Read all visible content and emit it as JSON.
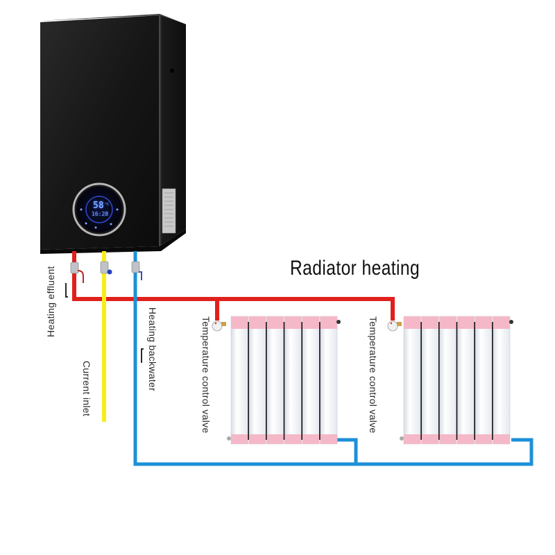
{
  "title": "Radiator heating",
  "boiler": {
    "display": {
      "temperature": "58",
      "unit": "°C",
      "time": "16:28"
    },
    "colors": {
      "body": "#141414",
      "display_ring": "#b8b8b8",
      "display_glow": "#3a5cff"
    }
  },
  "labels": {
    "heating_effluent": "Heating effluent",
    "current_inlet": "Current inlet",
    "heating_backwater": "Heating backwater",
    "valve_left": "Temperature control valve",
    "valve_right": "Temperature control valve"
  },
  "pipes": {
    "supply_color": "#e0201c",
    "inlet_color": "#f7ee1a",
    "return_color": "#1e90d8"
  },
  "radiators": [
    {
      "name": "left-radiator",
      "sections": 6,
      "accent_color": "#f4b8c8"
    },
    {
      "name": "right-radiator",
      "sections": 6,
      "accent_color": "#f4b8c8"
    }
  ]
}
